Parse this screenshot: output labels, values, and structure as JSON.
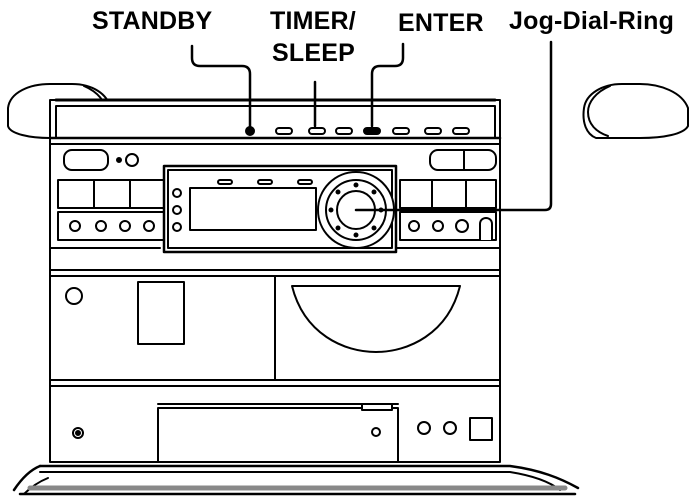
{
  "labels": {
    "standby": "STANDBY",
    "timer_sleep_line1": "TIMER/",
    "timer_sleep_line2": "SLEEP",
    "enter": "ENTER",
    "jog_dial_ring": "Jog-Dial-Ring"
  },
  "colors": {
    "line": "#000000",
    "panel": "#ffffff",
    "shade": "#c8c8c8"
  }
}
